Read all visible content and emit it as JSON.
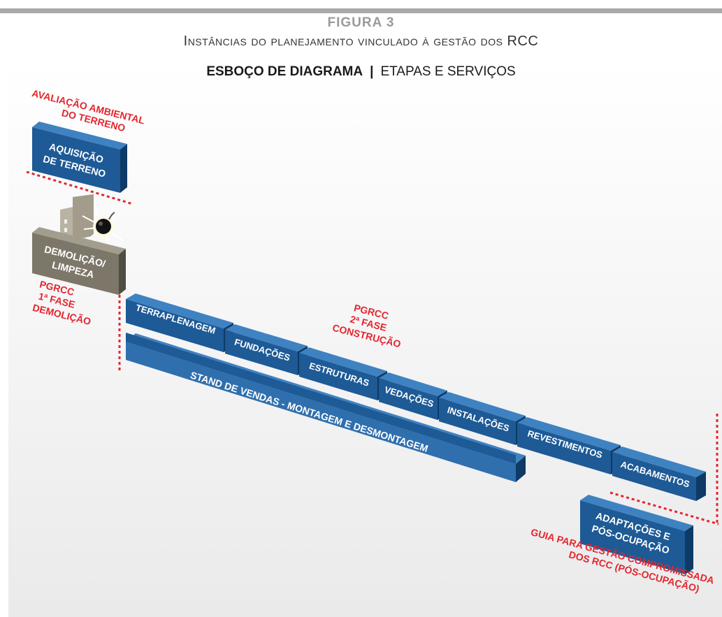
{
  "header": {
    "figure_label": "FIGURA 3",
    "figure_title": "Instâncias do planejamento vinculado à gestão dos RCC",
    "subtitle_bold": "ESBOÇO DE DIAGRAMA",
    "subtitle_sep": "|",
    "subtitle_rest": "ETAPAS E SERVIÇOS"
  },
  "colors": {
    "block_blue": "#1d5a96",
    "block_gray": "#7c7769",
    "annotation_red": "#e3262e"
  },
  "blocks": {
    "aquisicao": [
      "AQUISIÇÃO",
      "DE TERRENO"
    ],
    "demolicao": [
      "DEMOLIÇÃO/",
      "LIMPEZA"
    ],
    "terraplenagem": "TERRAPLENAGEM",
    "fundacoes": "FUNDAÇÕES",
    "estruturas": "ESTRUTURAS",
    "vedacoes": "VEDAÇÕES",
    "instalacoes": "INSTALAÇÕES",
    "revestimentos": "REVESTIMENTOS",
    "acabamentos": "ACABAMENTOS",
    "stand": "STAND DE VENDAS - MONTAGEM E DESMONTAGEM",
    "adaptacoes": [
      "ADAPTAÇÕES E",
      "PÓS-OCUPAÇÃO"
    ]
  },
  "annotations": {
    "avaliacao": [
      "AVALIAÇÃO AMBIENTAL",
      "DO TERRENO"
    ],
    "pgrcc1": [
      "PGRCC",
      "1ª FASE",
      "DEMOLIÇÃO"
    ],
    "pgrcc2": [
      "PGRCC",
      "2ª FASE",
      "CONSTRUÇÃO"
    ],
    "guia": [
      "GUIA PARA GESTÃO COMPROMISSADA",
      "DOS RCC (PÓS-OCUPAÇÃO)"
    ]
  },
  "icons": {
    "demolition": "bomb-icon",
    "building": "building-icon"
  }
}
